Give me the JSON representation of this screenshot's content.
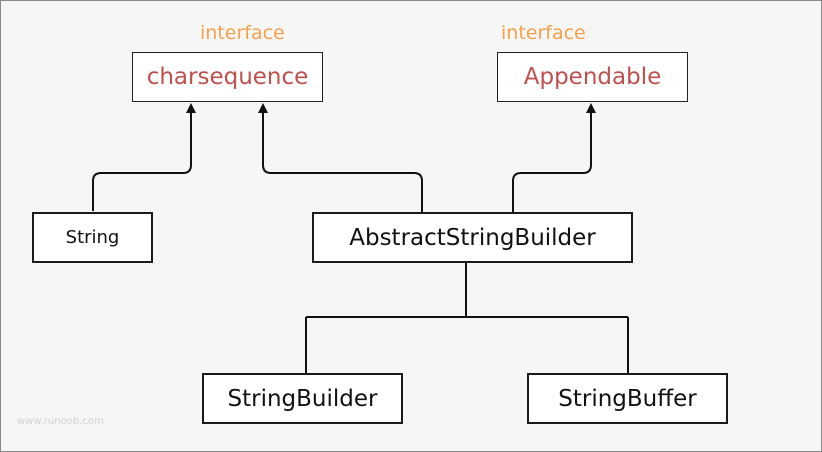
{
  "diagram": {
    "interfaces": {
      "charsequence": {
        "tag": "interface",
        "name": "charsequence"
      },
      "appendable": {
        "tag": "interface",
        "name": "Appendable"
      }
    },
    "classes": {
      "string": "String",
      "abstract_string_builder": "AbstractStringBuilder",
      "string_builder": "StringBuilder",
      "string_buffer": "StringBuffer"
    },
    "edges": [
      {
        "from": "String",
        "to": "charsequence",
        "kind": "implements"
      },
      {
        "from": "AbstractStringBuilder",
        "to": "charsequence",
        "kind": "implements"
      },
      {
        "from": "AbstractStringBuilder",
        "to": "Appendable",
        "kind": "implements"
      },
      {
        "from": "StringBuilder",
        "to": "AbstractStringBuilder",
        "kind": "extends"
      },
      {
        "from": "StringBuffer",
        "to": "AbstractStringBuilder",
        "kind": "extends"
      }
    ],
    "watermark": "www.runoob.com",
    "colors": {
      "interface_tag": "#f5a04a",
      "interface_name": "#c0504d",
      "line": "#111111",
      "background": "#f6f6f6"
    }
  }
}
